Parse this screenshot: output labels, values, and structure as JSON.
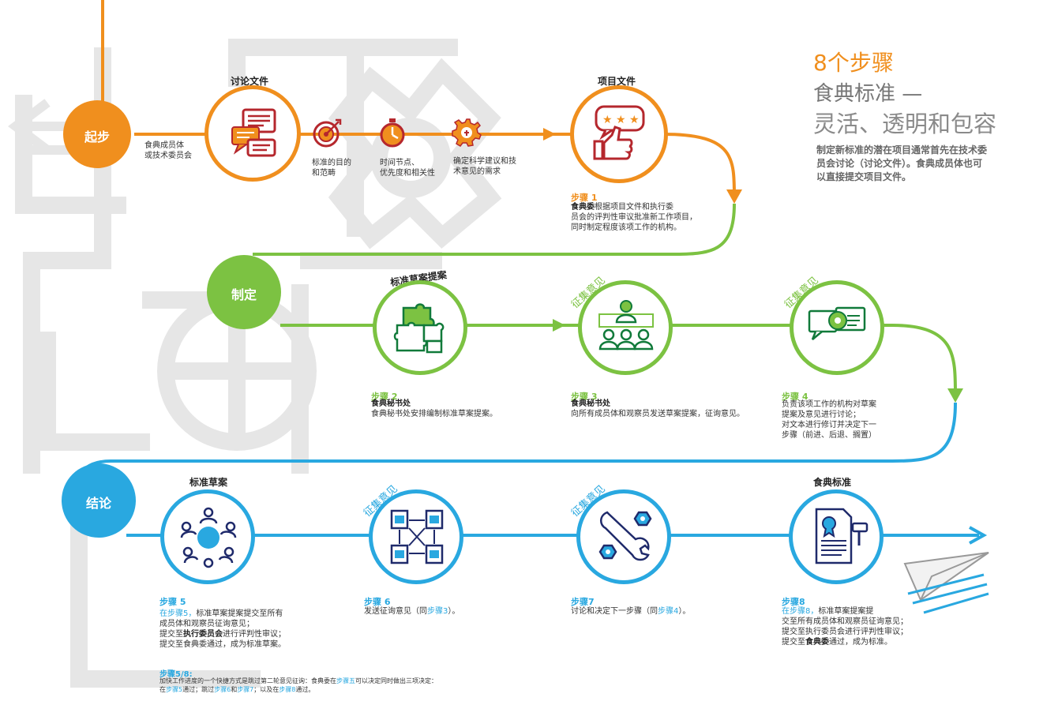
{
  "header": {
    "title_line1": "8个步骤",
    "title_line2": "食典标准 —",
    "title_line3": "灵活、透明和包容",
    "intro": [
      "制定新标准的潜在项目通常首先在技术委",
      "员会讨论（讨论文件）。食典成员体也可",
      "以直接提交项目文件。"
    ]
  },
  "colors": {
    "orange": "#f08f1e",
    "green": "#7cc242",
    "blue": "#29a8e0",
    "red": "#b5272d",
    "navy": "#1f2a6b",
    "grey": "#e3e3e3"
  },
  "stages": {
    "start": "起步",
    "develop": "制定",
    "conclude": "结论"
  },
  "start_row": {
    "members": [
      "食典成员体",
      "或技术委员会"
    ],
    "discussion_label": "讨论文件",
    "project_label": "项目文件",
    "items": [
      {
        "icon": "target-icon",
        "lines": [
          "标准的目的",
          "和范畴"
        ]
      },
      {
        "icon": "stopwatch-icon",
        "lines": [
          "时间节点、",
          "优先度和相关性"
        ]
      },
      {
        "icon": "gear-bulb-icon",
        "lines": [
          "确定科学建议和技",
          "术意见的需求"
        ]
      }
    ]
  },
  "step1": {
    "title": "步骤 1",
    "lines": [
      "食典委根据项目文件和执行委",
      "员会的评判性审议批准新工作项目，",
      "同时制定程度该项工作的机构。"
    ],
    "bold": "食典委"
  },
  "row2": {
    "proposal_label": "标准草案提案",
    "comment1": "征集意见",
    "comment2": "征集意见"
  },
  "step2": {
    "title": "步骤 2",
    "head": "食典秘书处",
    "lines": [
      "食典秘书处安排编制标准草案提案。"
    ]
  },
  "step3": {
    "title": "步骤 3",
    "head": "食典秘书处",
    "lines": [
      "向所有成员体和观察员发送草案提案，征询意见。"
    ]
  },
  "step4": {
    "title": "步骤 4",
    "lines": [
      "负责该项工作的机构对草案",
      "提案及意见进行讨论；",
      "对文本进行修订并决定下一",
      "步骤（前进、后退、搁置）"
    ]
  },
  "row3": {
    "draft_label": "标准草案",
    "comment3": "征集意见",
    "comment4": "征集意见",
    "final_label": "食典标准"
  },
  "step5": {
    "title": "步骤 5",
    "line1_pre": "在步骤5，",
    "line1_post": "标准草案提案提交至所有",
    "line2": "成员体和观察员征询意见；",
    "line3_pre": "提交至",
    "line3_bold": "执行委员会",
    "line3_post": "进行评判性审议；",
    "line4": "提交至食典委通过，成为标准草案。"
  },
  "step6": {
    "title": "步骤 6",
    "pre": "发送征询意见（同",
    "link": "步骤3",
    "post": "）。"
  },
  "step7": {
    "title": "步骤7",
    "pre": "讨论和决定下一步骤（同",
    "link": "步骤4",
    "post": "）。"
  },
  "step8": {
    "title": "步骤8",
    "line1_pre": "在步骤8，",
    "line1_post": "标准草案提案提",
    "line2": "交至所有成员体和观察员征询意见；",
    "line3": "提交至执行委员会进行评判性审议；",
    "line4_pre": "提交至",
    "line4_bold": "食典委",
    "line4_post": "通过，成为标准。"
  },
  "footnote": {
    "title": "步骤5/8:",
    "line1_pre": "加快工作进度的一个快捷方式是跳过第二轮意见征询：食典委在",
    "line1_link": "步骤五",
    "line1_post": "可以决定同时做出三项决定：",
    "line2_pre": "在",
    "line2_l1": "步骤5",
    "line2_m1": "通过；跳过",
    "line2_l2": "步骤6",
    "line2_m2": "和",
    "line2_l3": "步骤7",
    "line2_m3": "；以及在",
    "line2_l4": "步骤8",
    "line2_post": "通过。"
  }
}
